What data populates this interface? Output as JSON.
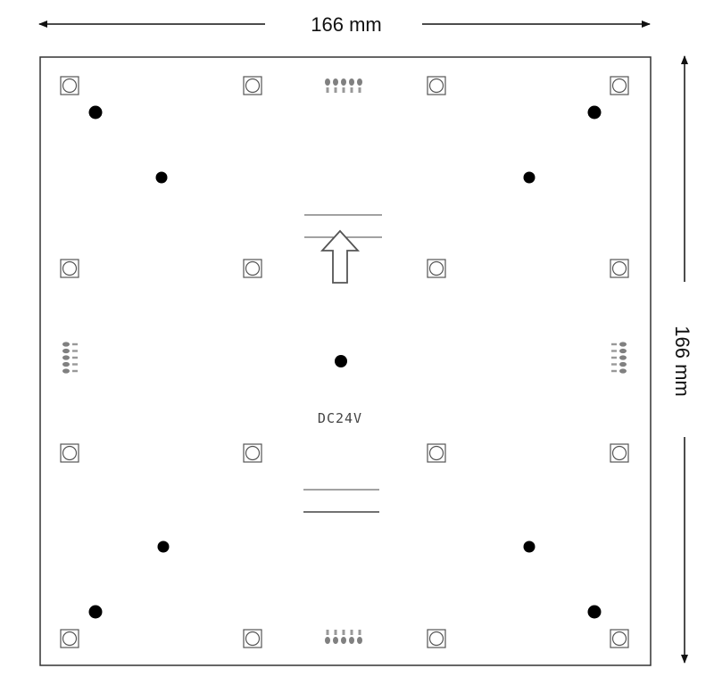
{
  "dimensions": {
    "width_label": "166 mm",
    "height_label": "166 mm"
  },
  "board": {
    "voltage_label": "DC24V",
    "led_count": 16,
    "mounting_hole_count": 9,
    "connector_count": 4
  },
  "colors": {
    "outline": "#333333",
    "hole": "#000000",
    "pad": "#808080",
    "led": "#555555"
  },
  "icons": [
    "arrow-up-icon"
  ]
}
